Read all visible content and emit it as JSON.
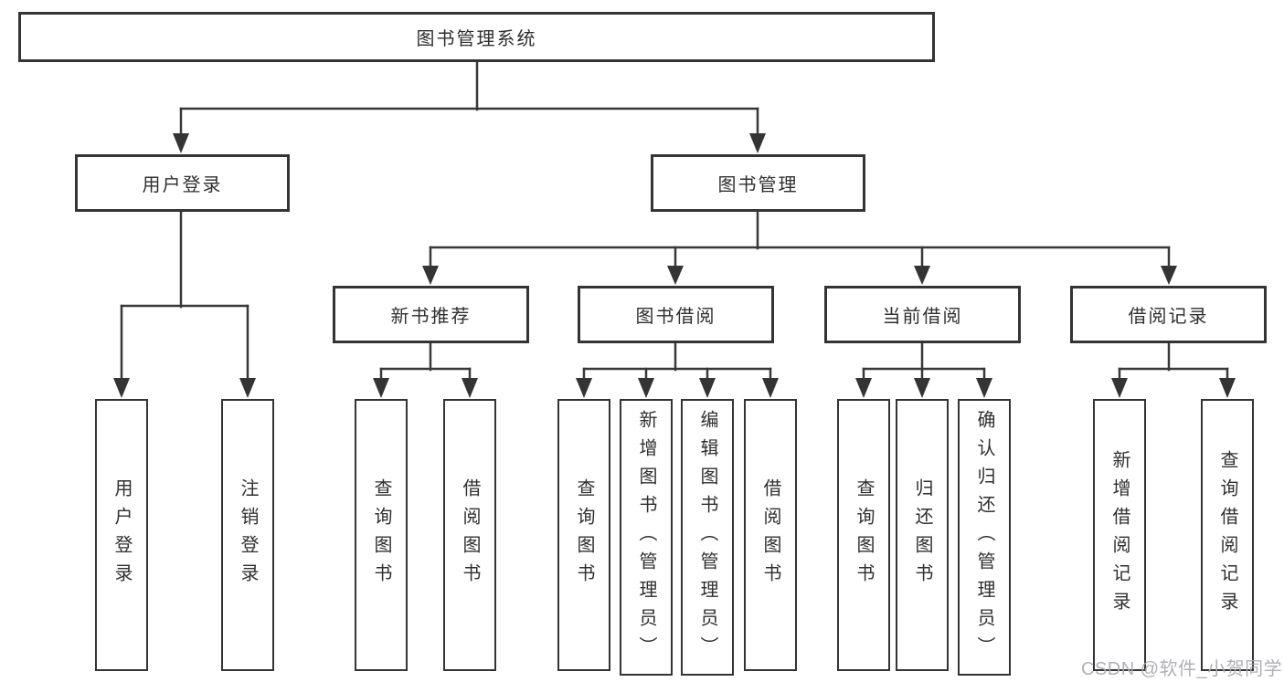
{
  "tree": {
    "root": "图书管理系统",
    "children": [
      {
        "label": "用户登录",
        "children": [
          "用户登录",
          "注销登录"
        ]
      },
      {
        "label": "图书管理",
        "children": [
          {
            "label": "新书推荐",
            "children": [
              "查询图书",
              "借阅图书"
            ]
          },
          {
            "label": "图书借阅",
            "children": [
              "查询图书",
              "新增图书（管理员）",
              "编辑图书（管理员）",
              "借阅图书"
            ]
          },
          {
            "label": "当前借阅",
            "children": [
              "查询图书",
              "归还图书",
              "确认归还（管理员）"
            ]
          },
          {
            "label": "借阅记录",
            "children": [
              "新增借阅记录",
              "查询借阅记录"
            ]
          }
        ]
      }
    ]
  },
  "watermark": "CSDN @软件_小贺同学",
  "colors": {
    "line": "#383838",
    "box_border": "#343434",
    "text": "#2f2f2f",
    "background": "#ffffff",
    "watermark": "#acacb2"
  }
}
